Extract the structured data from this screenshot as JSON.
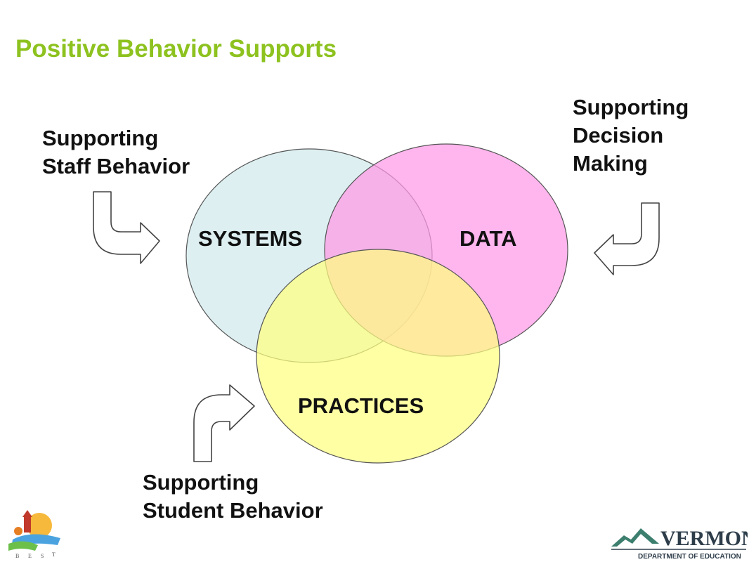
{
  "title": "Positive Behavior Supports",
  "labels": {
    "staff": [
      "Supporting",
      "Staff Behavior"
    ],
    "decision": [
      "Supporting",
      "Decision",
      "Making"
    ],
    "student": [
      "Supporting",
      "Student Behavior"
    ]
  },
  "circles": {
    "systems": "SYSTEMS",
    "data": "DATA",
    "practices": "PRACTICES"
  },
  "colors": {
    "title": "#8dc21f",
    "systems": "#dbeef0",
    "data": "#ff99e6",
    "practices": "#ffff80"
  },
  "logos": {
    "right_main": "VERMONT",
    "right_sub": "DEPARTMENT OF EDUCATION",
    "left_letters": [
      "B",
      "E",
      "S",
      "T"
    ]
  }
}
